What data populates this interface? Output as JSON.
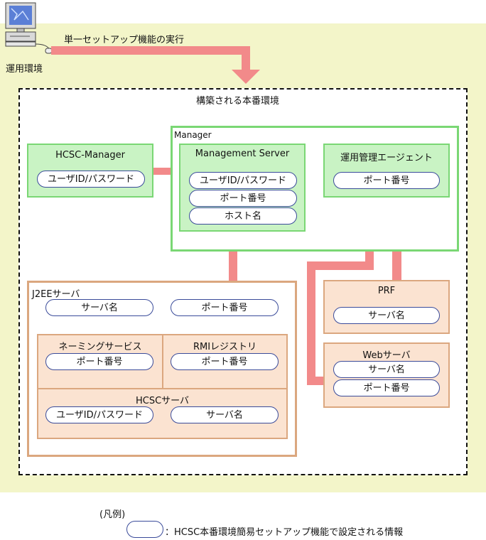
{
  "env": {
    "label": "運用環境",
    "action": "単一セットアップ機能の実行"
  },
  "production": {
    "title": "構築される本番環境"
  },
  "hcsc_manager": {
    "title": "HCSC-Manager",
    "fields": [
      "ユーザID/パスワード"
    ]
  },
  "manager": {
    "title": "Manager",
    "management_server": {
      "title": "Management Server",
      "fields": [
        "ユーザID/パスワード",
        "ポート番号",
        "ホスト名"
      ]
    },
    "agent": {
      "title": "運用管理エージェント",
      "fields": [
        "ポート番号"
      ]
    }
  },
  "j2ee": {
    "title": "J2EEサーバ",
    "fields": [
      "サーバ名",
      "ポート番号"
    ],
    "naming": {
      "title": "ネーミングサービス",
      "fields": [
        "ポート番号"
      ]
    },
    "rmi": {
      "title": "RMIレジストリ",
      "fields": [
        "ポート番号"
      ]
    },
    "hcsc_server": {
      "title": "HCSCサーバ",
      "fields": [
        "ユーザID/パスワード",
        "サーバ名"
      ]
    }
  },
  "prf": {
    "title": "PRF",
    "fields": [
      "サーバ名"
    ]
  },
  "web": {
    "title": "Webサーバ",
    "fields": [
      "サーバ名",
      "ポート番号"
    ]
  },
  "legend": {
    "title": "(凡例)",
    "text": "：HCSC本番環境簡易セットアップ機能で設定される情報"
  }
}
